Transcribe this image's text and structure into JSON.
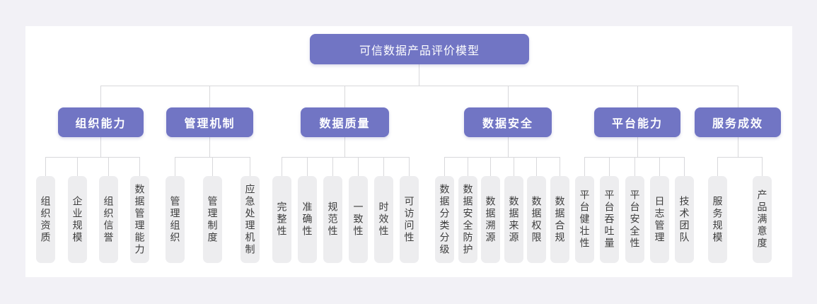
{
  "diagram": {
    "root": "可信数据产品评价模型",
    "branches": [
      {
        "label": "组织能力",
        "children": [
          "组织资质",
          "企业规模",
          "组织信誉",
          "数据管理能力"
        ]
      },
      {
        "label": "管理机制",
        "children": [
          "管理组织",
          "管理制度",
          "应急处理机制"
        ]
      },
      {
        "label": "数据质量",
        "children": [
          "完整性",
          "准确性",
          "规范性",
          "一致性",
          "时效性",
          "可访问性"
        ]
      },
      {
        "label": "数据安全",
        "children": [
          "数据分类分级",
          "数据安全防护",
          "数据溯源",
          "数据来源",
          "数据权限",
          "数据合规"
        ]
      },
      {
        "label": "平台能力",
        "children": [
          "平台健壮性",
          "平台吞吐量",
          "平台安全性",
          "日志管理",
          "技术团队"
        ]
      },
      {
        "label": "服务成效",
        "children": [
          "服务规模",
          "产品满意度"
        ]
      }
    ],
    "colors": {
      "node_fill": "#7175c4",
      "node_text": "#ffffff",
      "leaf_fill": "#ededef",
      "leaf_text": "#3e3e3e",
      "connector": "#d8d8db",
      "card": "#ffffff",
      "background": "#f2f1f6"
    }
  }
}
